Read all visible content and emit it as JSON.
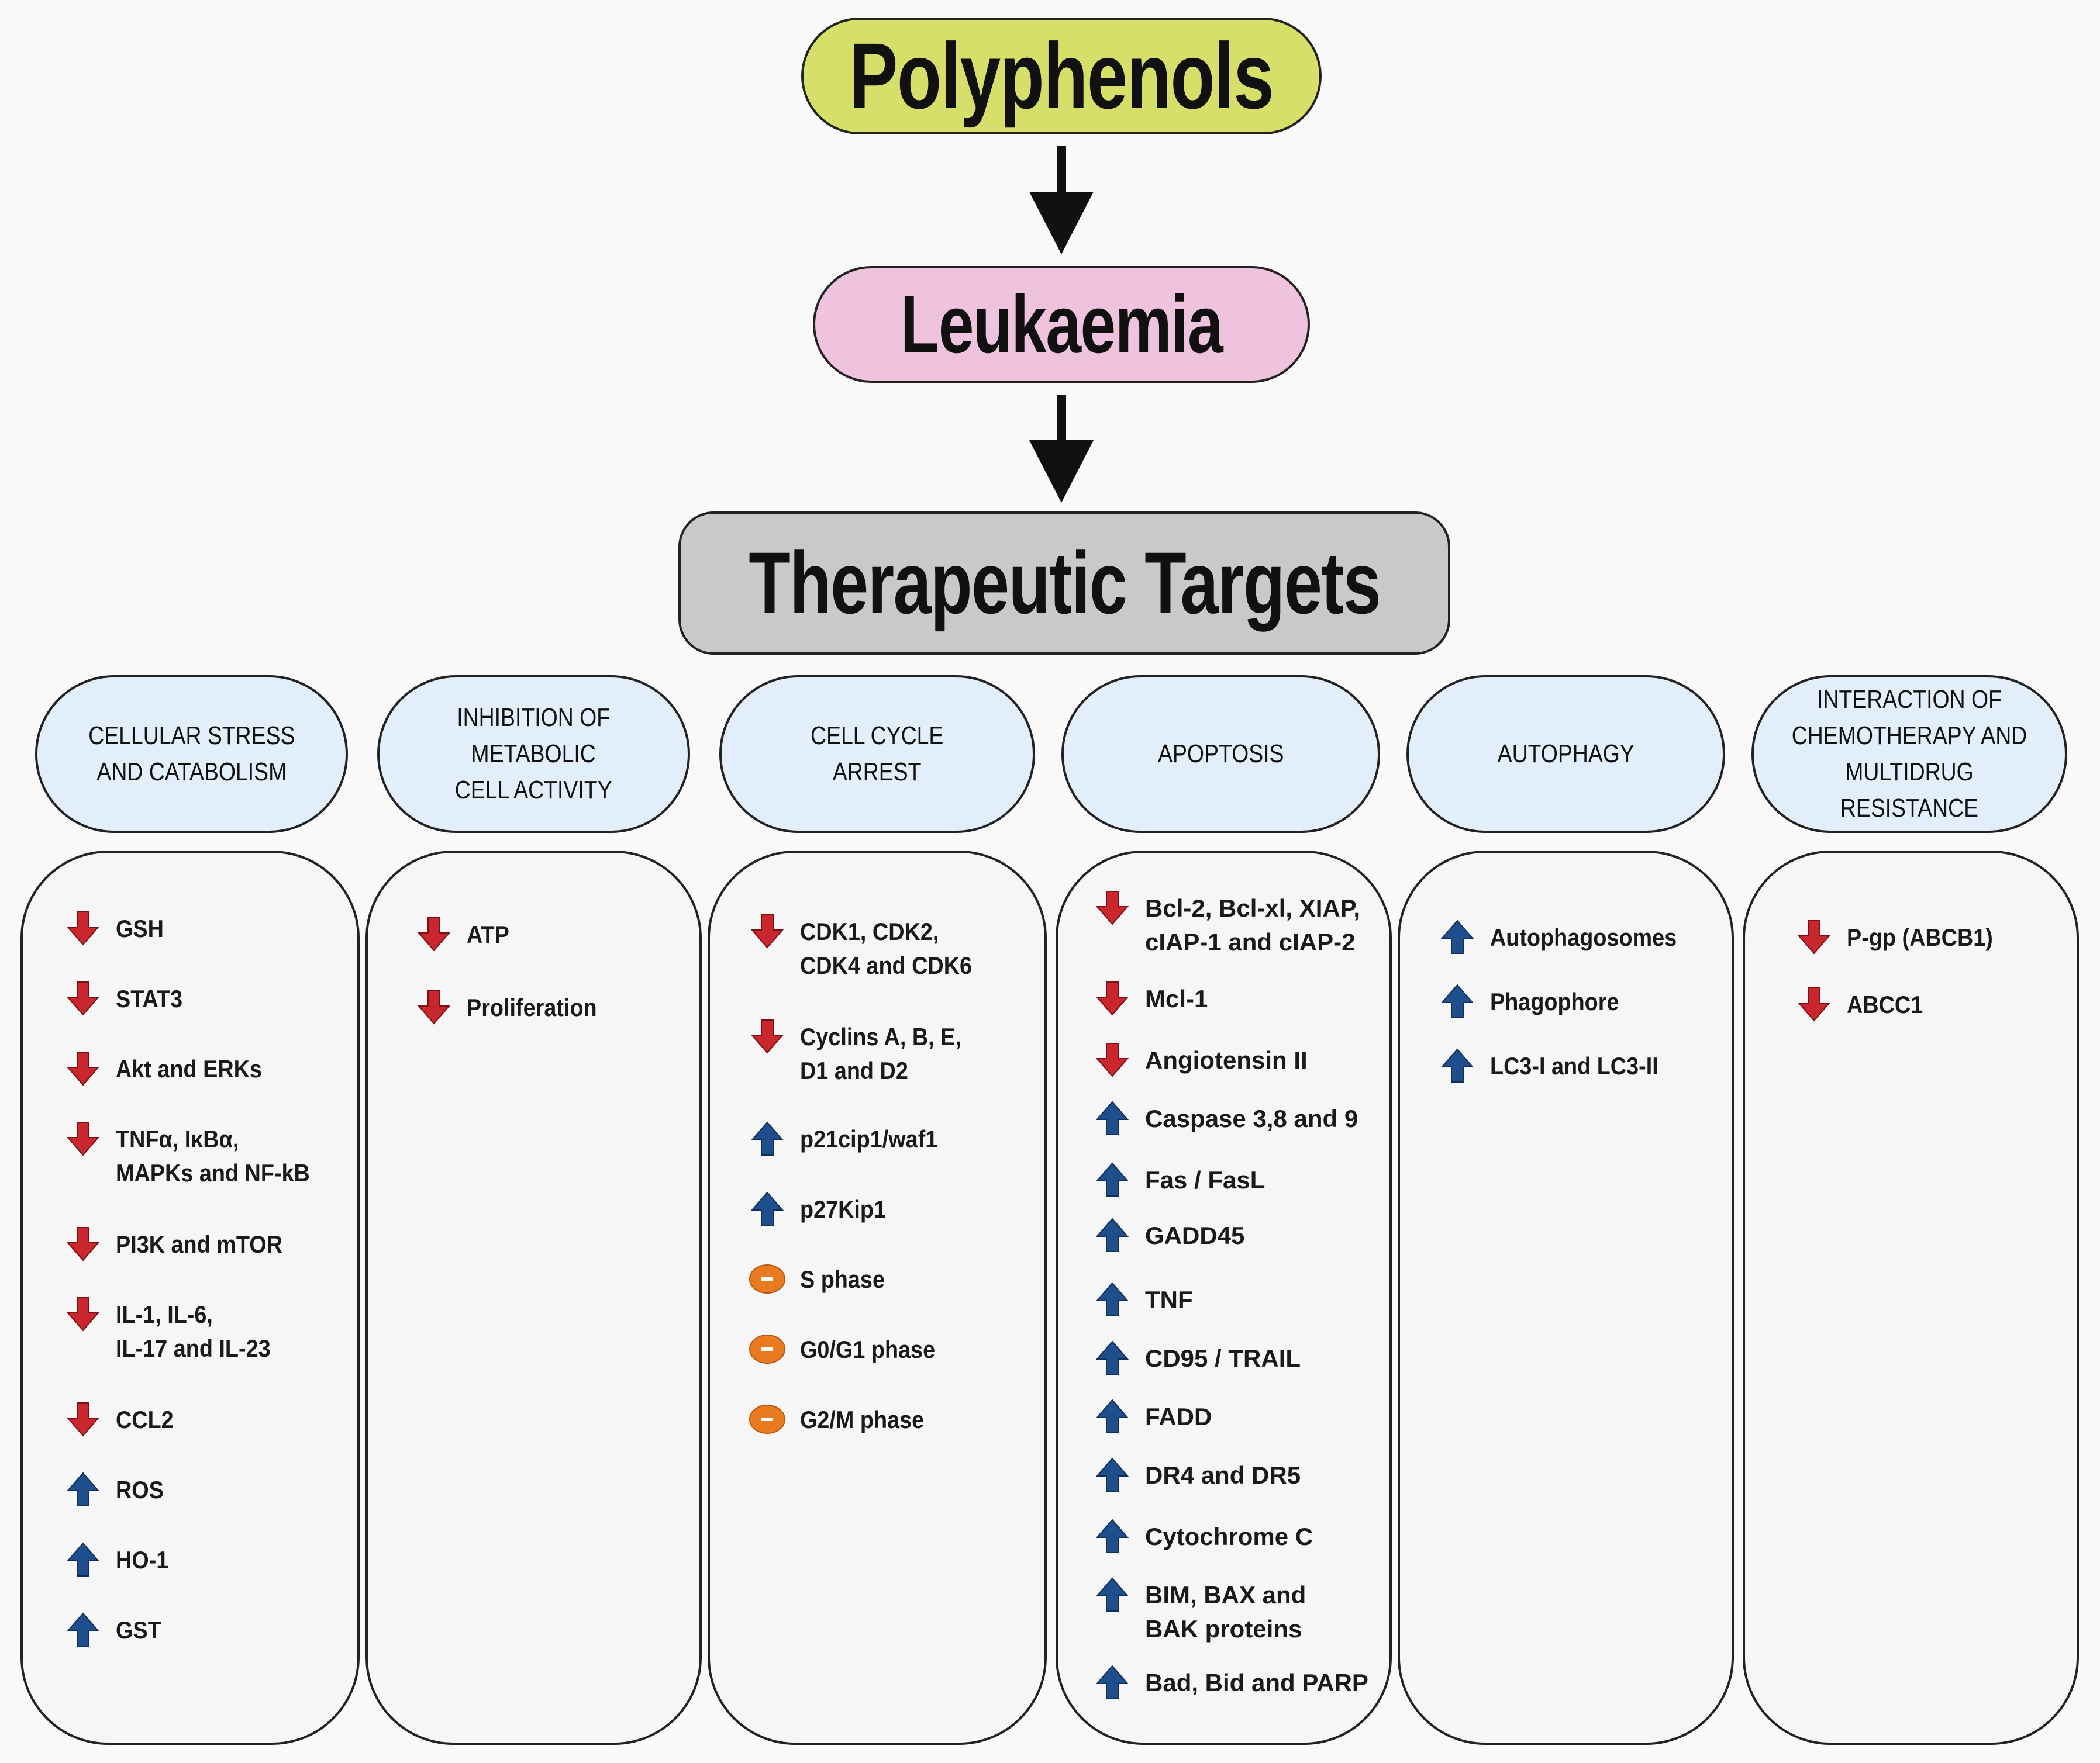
{
  "top": {
    "source": "Polyphenols",
    "disease": "Leukaemia",
    "targets": "Therapeutic Targets"
  },
  "colors": {
    "polyphenols_fill": "#d6df6a",
    "leukaemia_fill": "#efc3de",
    "targets_fill": "#c9c9c9",
    "category_fill": "#e3eefb",
    "down_arrow": "#c9272d",
    "up_arrow": "#1f4e8c",
    "neutral": "#ea7a1f"
  },
  "columns": [
    {
      "title": "CELLULAR STRESS\nAND CATABOLISM",
      "items": [
        {
          "icon": "down-arrow-icon",
          "text": "GSH"
        },
        {
          "icon": "down-arrow-icon",
          "text": "STAT3"
        },
        {
          "icon": "down-arrow-icon",
          "text": "Akt and ERKs"
        },
        {
          "icon": "down-arrow-icon",
          "text": "TNFα, IκBα,\nMAPKs and NF-kB"
        },
        {
          "icon": "down-arrow-icon",
          "text": "PI3K and mTOR"
        },
        {
          "icon": "down-arrow-icon",
          "text": "IL-1, IL-6,\nIL-17 and IL-23"
        },
        {
          "icon": "down-arrow-icon",
          "text": "CCL2"
        },
        {
          "icon": "up-arrow-icon",
          "text": "ROS"
        },
        {
          "icon": "up-arrow-icon",
          "text": "HO-1"
        },
        {
          "icon": "up-arrow-icon",
          "text": "GST"
        }
      ]
    },
    {
      "title": "INHIBITION OF\nMETABOLIC\nCELL ACTIVITY",
      "items": [
        {
          "icon": "down-arrow-icon",
          "text": "ATP"
        },
        {
          "icon": "down-arrow-icon",
          "text": "Proliferation"
        }
      ]
    },
    {
      "title": "CELL CYCLE\nARREST",
      "items": [
        {
          "icon": "down-arrow-icon",
          "text": "CDK1, CDK2,\nCDK4 and CDK6"
        },
        {
          "icon": "down-arrow-icon",
          "text": "Cyclins A, B, E,\nD1 and D2"
        },
        {
          "icon": "up-arrow-icon",
          "text": "p21cip1/waf1"
        },
        {
          "icon": "up-arrow-icon",
          "text": "p27Kip1"
        },
        {
          "icon": "minus-icon",
          "text": "S phase"
        },
        {
          "icon": "minus-icon",
          "text": "G0/G1 phase"
        },
        {
          "icon": "minus-icon",
          "text": "G2/M phase"
        }
      ]
    },
    {
      "title": "APOPTOSIS",
      "items": [
        {
          "icon": "down-arrow-icon",
          "text": "Bcl-2, Bcl-xl, XIAP,\ncIAP-1 and cIAP-2"
        },
        {
          "icon": "down-arrow-icon",
          "text": "Mcl-1"
        },
        {
          "icon": "down-arrow-icon",
          "text": "Angiotensin II"
        },
        {
          "icon": "up-arrow-icon",
          "text": "Caspase 3,8 and 9"
        },
        {
          "icon": "up-arrow-icon",
          "text": "Fas / FasL"
        },
        {
          "icon": "up-arrow-icon",
          "text": "GADD45"
        },
        {
          "icon": "up-arrow-icon",
          "text": "TNF"
        },
        {
          "icon": "up-arrow-icon",
          "text": "CD95 / TRAIL"
        },
        {
          "icon": "up-arrow-icon",
          "text": "FADD"
        },
        {
          "icon": "up-arrow-icon",
          "text": "DR4 and DR5"
        },
        {
          "icon": "up-arrow-icon",
          "text": "Cytochrome C"
        },
        {
          "icon": "up-arrow-icon",
          "text": "BIM, BAX and\nBAK proteins"
        },
        {
          "icon": "up-arrow-icon",
          "text": "Bad, Bid and PARP"
        }
      ]
    },
    {
      "title": "AUTOPHAGY",
      "items": [
        {
          "icon": "up-arrow-icon",
          "text": "Autophagosomes"
        },
        {
          "icon": "up-arrow-icon",
          "text": "Phagophore"
        },
        {
          "icon": "up-arrow-icon",
          "text": "LC3-I and LC3-II"
        }
      ]
    },
    {
      "title": "INTERACTION OF\nCHEMOTHERAPY AND\nMULTIDRUG RESISTANCE",
      "items": [
        {
          "icon": "down-arrow-icon",
          "text": "P-gp (ABCB1)"
        },
        {
          "icon": "down-arrow-icon",
          "text": "ABCC1"
        }
      ]
    }
  ]
}
